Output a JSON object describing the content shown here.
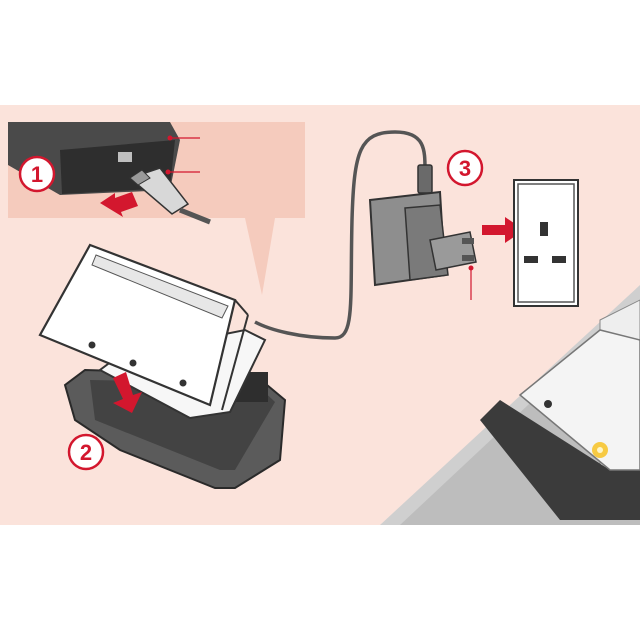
{
  "diagram": {
    "steps": [
      {
        "number": "1"
      },
      {
        "number": "2"
      },
      {
        "number": "3"
      }
    ],
    "colors": {
      "background_panel": "#fbe3db",
      "inset_panel": "#f5cbbd",
      "accent_red": "#d3172e",
      "device_outline": "#3a3a3a",
      "device_body": "#ffffff",
      "cradle": "#5c5c5c",
      "adapter": "#8a8a8a",
      "wall_socket": "#ffffff",
      "corner_photo_bg": "#d0d0d0"
    },
    "icons": {
      "step_marker": "numbered-circle",
      "insertion_arrow": "red-arrow"
    }
  }
}
